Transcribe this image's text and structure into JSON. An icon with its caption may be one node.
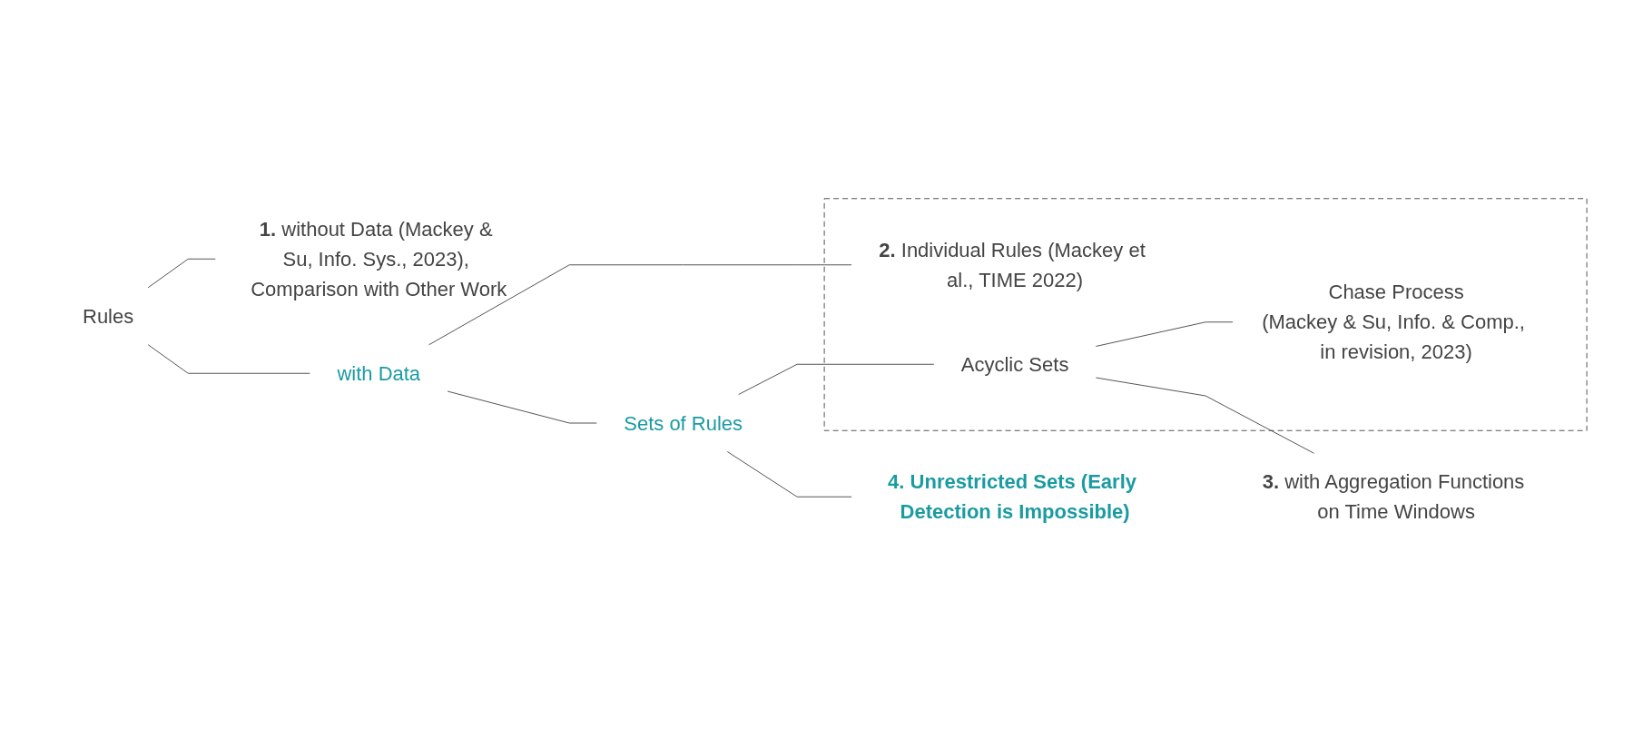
{
  "diagram": {
    "nodes": [
      {
        "text": [
          "Rules"
        ]
      },
      {
        "text": [
          "without Data (Mackey & Su, Info. Sys., 2023), Comparison with Other Work"
        ],
        "beside": [
          "1."
        ]
      },
      {
        "text": [
          "with Data"
        ]
      },
      {
        "text": [],
        "shape": "box"
      },
      {
        "text": [
          "Individual Rules (Mackey et al., TIME 2022)"
        ],
        "in": 3,
        "beside": [
          "2."
        ]
      },
      {
        "text": [
          "Sets of Rules"
        ]
      },
      {
        "text": [
          "Acyclic Sets"
        ],
        "in": 3
      },
      {
        "text": [
          "Chase Process",
          "(Mackey & Su, Info. & Comp., in revision, 2023)"
        ],
        "in": 3
      },
      {
        "text": [
          "with Aggregation Functions on Time Windows"
        ],
        "beside": [
          "3."
        ]
      },
      {
        "text": [
          "Unrestricted Sets (Early Detection is Impossible)"
        ],
        "beside": [
          "4."
        ]
      }
    ],
    "edges": [
      {
        "from": 0,
        "to": 1,
        "arrow": "none"
      },
      {
        "from": 0,
        "to": 2,
        "arrow": "none"
      },
      {
        "from": 2,
        "to": 4,
        "arrow": "none"
      },
      {
        "from": 2,
        "to": 5,
        "arrow": "none"
      },
      {
        "from": 5,
        "to": 6,
        "arrow": "none"
      },
      {
        "from": 5,
        "to": 9,
        "arrow": "none"
      },
      {
        "from": 6,
        "to": 7,
        "arrow": "none"
      },
      {
        "from": 6,
        "to": 8,
        "arrow": "none"
      }
    ]
  }
}
